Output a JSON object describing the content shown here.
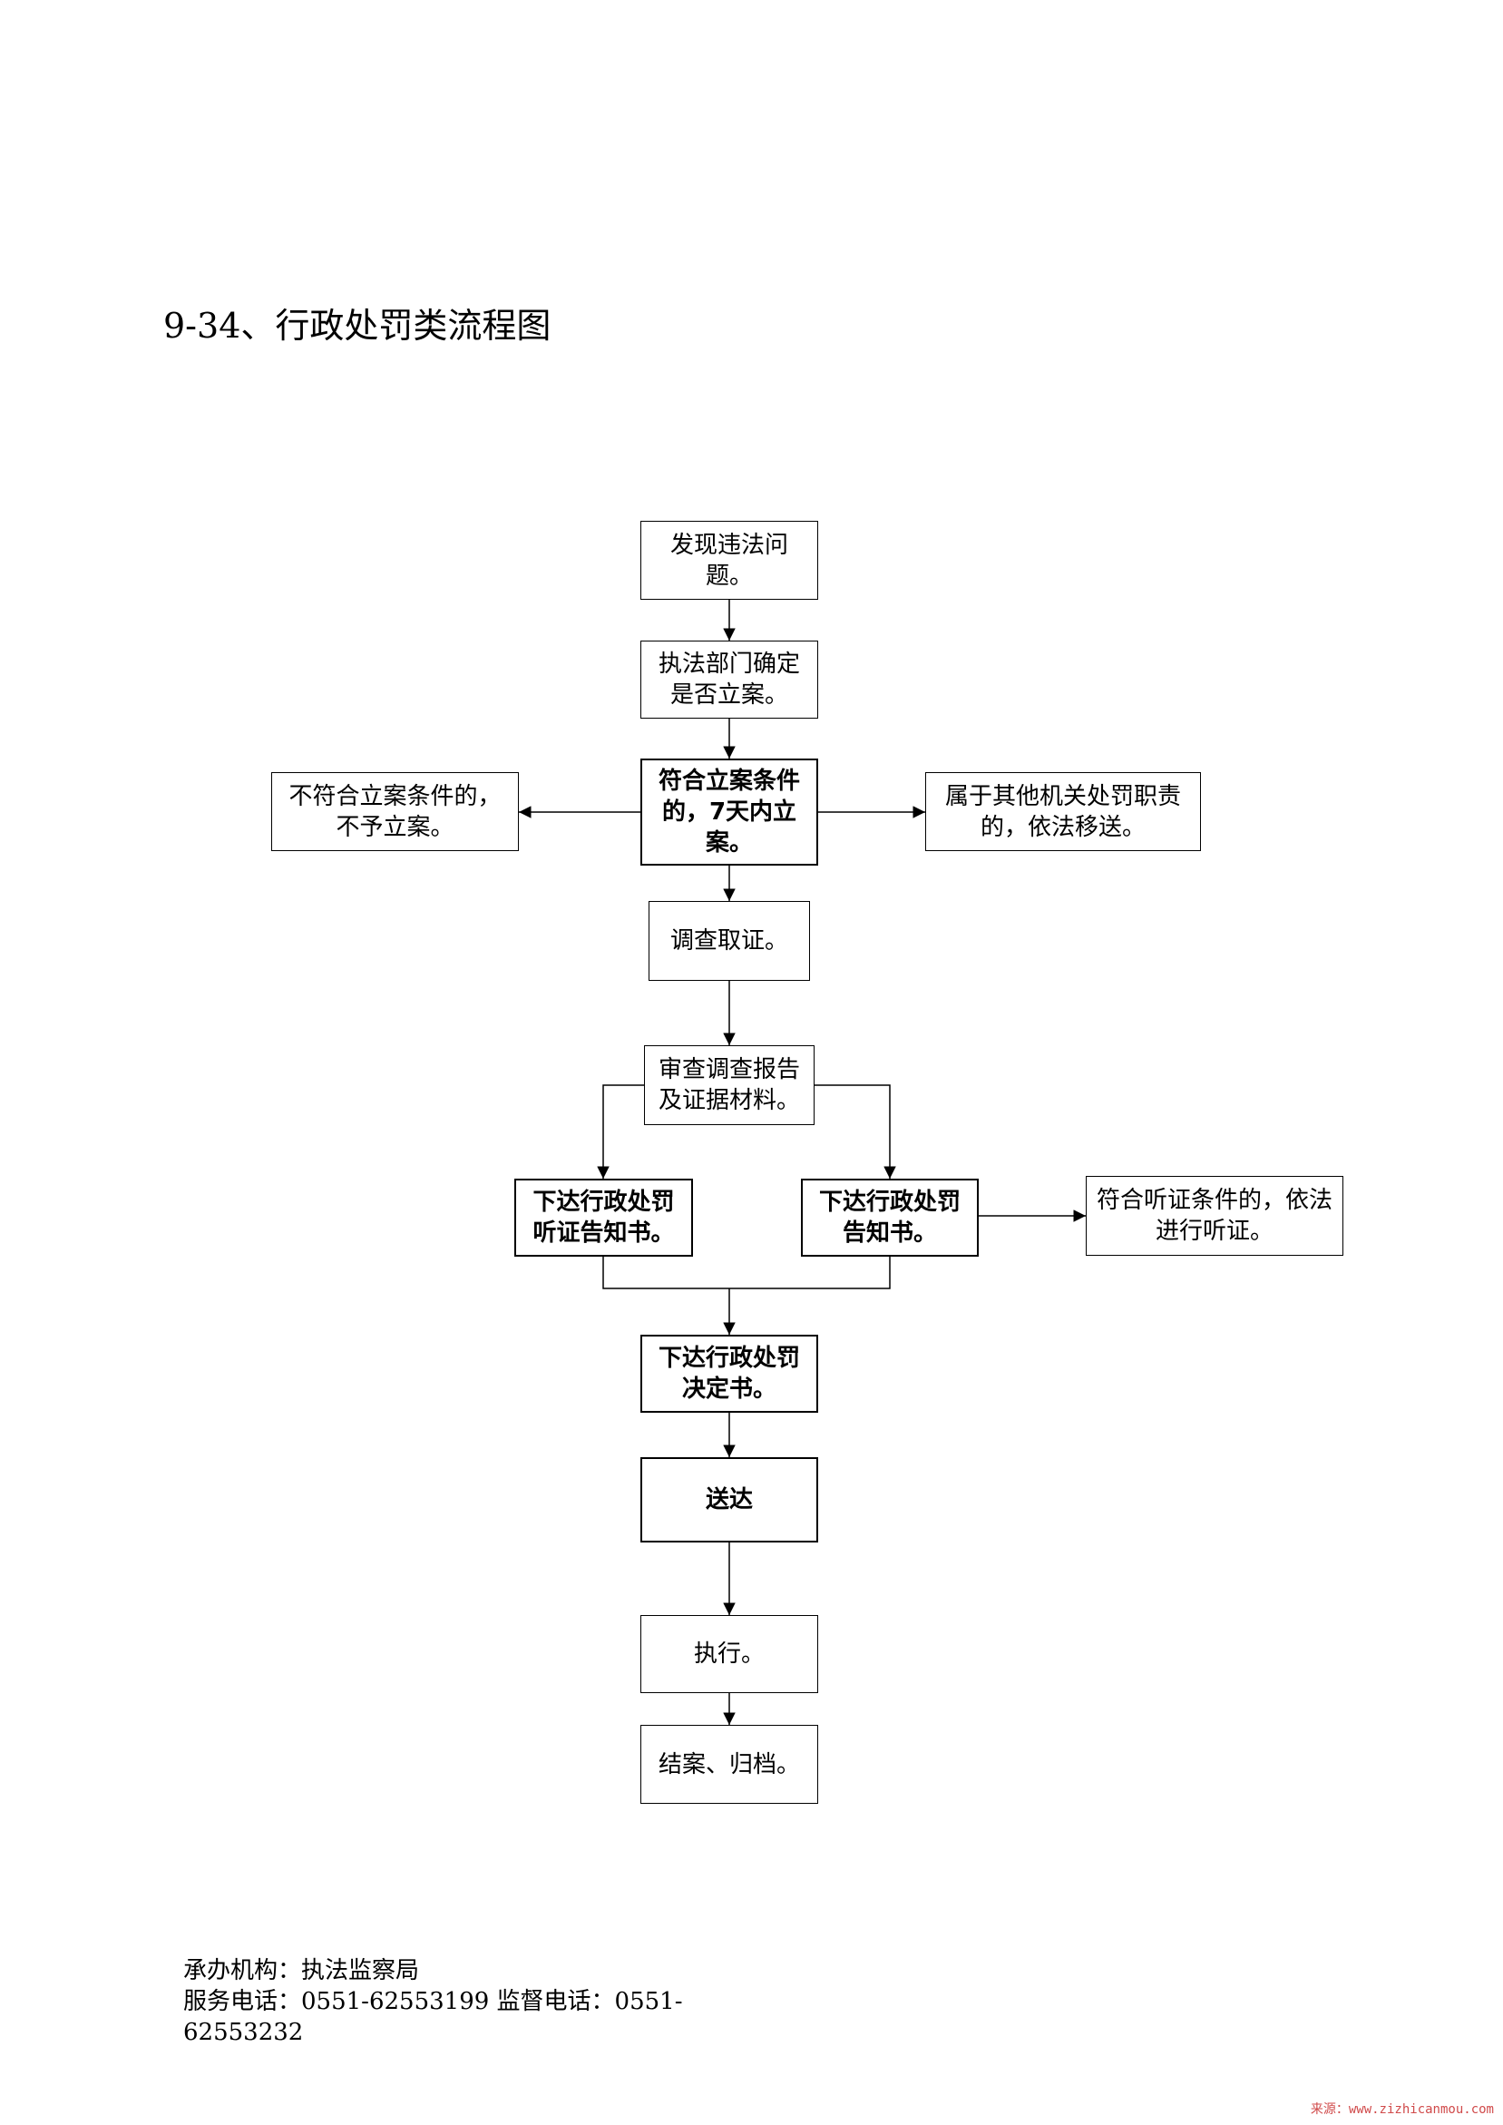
{
  "title": "9-34、行政处罚类流程图",
  "boxes": {
    "discover": "发现违法问题。",
    "decide": "执法部门确定是否立案。",
    "file_case": "符合立案条件的，7天内立案。",
    "no_file": "不符合立案条件的，不予立案。",
    "transfer": "属于其他机关处罚职责的，依法移送。",
    "investigate": "调查取证。",
    "review": "审查调查报告及证据材料。",
    "hearing_notice": "下达行政处罚听证告知书。",
    "penalty_notice": "下达行政处罚告知书。",
    "hearing": "符合听证条件的，依法进行听证。",
    "decision": "下达行政处罚决定书。",
    "deliver": "送达",
    "execute": "执行。",
    "close": "结案、归档。"
  },
  "footer": {
    "org": "承办机构：执法监察局",
    "phones": "服务电话：0551-62553199 监督电话：0551-62553232"
  },
  "watermark": "来源：www.zizhicanmou.com"
}
